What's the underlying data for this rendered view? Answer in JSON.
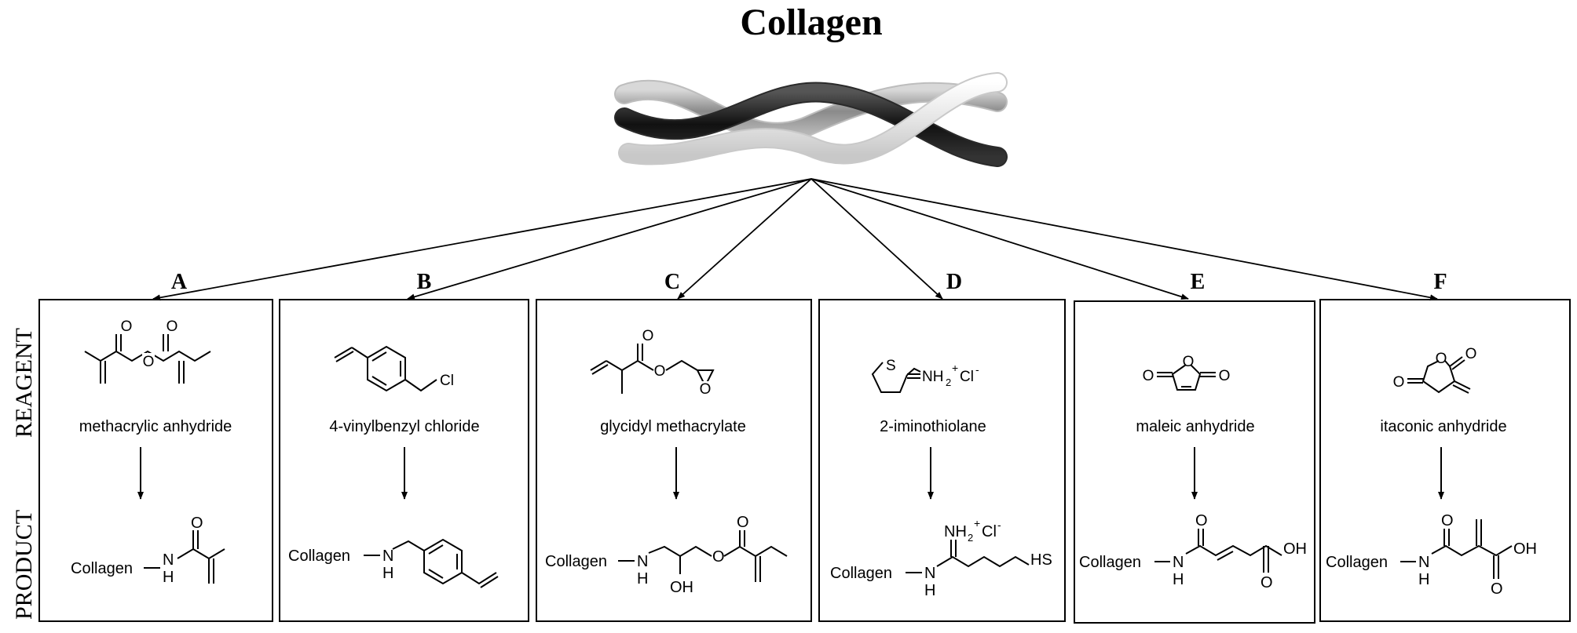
{
  "title": "Collagen",
  "side_labels": {
    "reagent": "REAGENT",
    "product": "PRODUCT"
  },
  "atoms": {
    "O": "O",
    "N": "N",
    "H": "H",
    "S": "S",
    "Cl": "Cl",
    "OH": "OH",
    "HS": "HS",
    "NH2": "NH",
    "sub2": "2",
    "sup_plus": "+",
    "cl_minus": "Cl",
    "sup_minus": "-"
  },
  "panels": [
    {
      "letter": "A",
      "reagent": "methacrylic anhydride",
      "product_prefix": "Collagen"
    },
    {
      "letter": "B",
      "reagent": "4-vinylbenzyl chloride",
      "product_prefix": "Collagen"
    },
    {
      "letter": "C",
      "reagent": "glycidyl methacrylate",
      "product_prefix": "Collagen"
    },
    {
      "letter": "D",
      "reagent": "2-iminothiolane",
      "product_prefix": "Collagen"
    },
    {
      "letter": "E",
      "reagent": "maleic anhydride",
      "product_prefix": "Collagen"
    },
    {
      "letter": "F",
      "reagent": "itaconic anhydride",
      "product_prefix": "Collagen"
    }
  ]
}
